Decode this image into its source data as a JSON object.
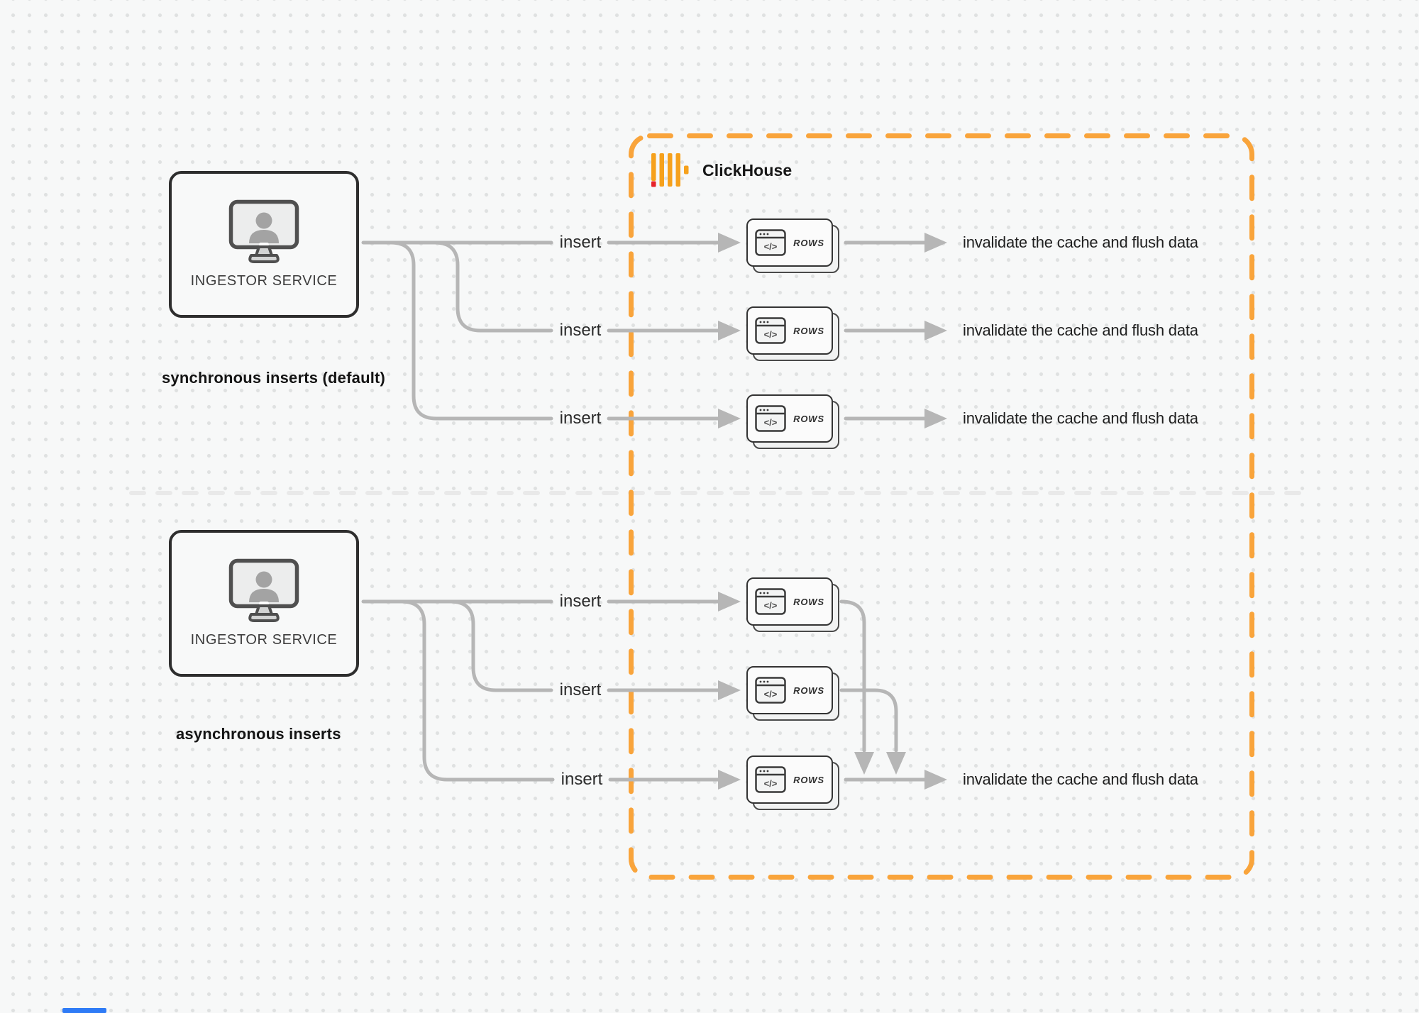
{
  "clickhouse": {
    "title": "ClickHouse",
    "accent_orange": "#F9A43B",
    "logo_yellow": "#F6A11C",
    "logo_red": "#E6232A"
  },
  "services": {
    "sync": {
      "label": "INGESTOR SERVICE"
    },
    "async": {
      "label": "INGESTOR SERVICE"
    }
  },
  "sections": {
    "sync_label": "synchronous inserts (default)",
    "async_label": "asynchronous inserts"
  },
  "edge_labels": {
    "insert": "insert",
    "invalidate": "invalidate the cache and flush data"
  },
  "card": {
    "rows": "ROWS",
    "glyph": "</>"
  },
  "colors": {
    "line_gray": "#b6b6b6",
    "divider_gray": "#e9e9e9",
    "artifact_blue": "#2f7bf6"
  }
}
